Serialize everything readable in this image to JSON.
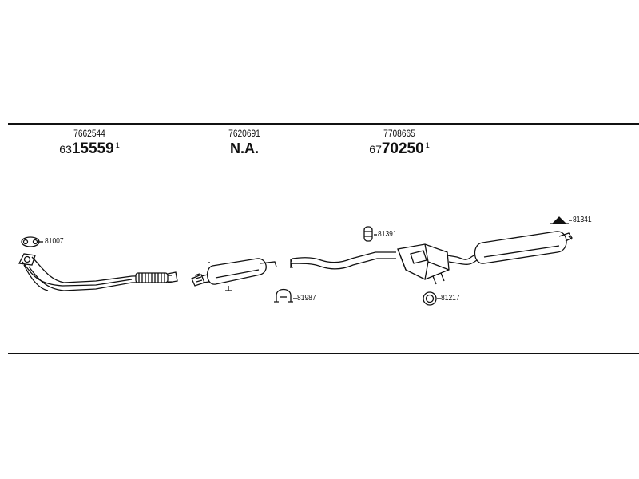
{
  "header_groups": [
    {
      "oe_number": "7662544",
      "part_prefix": "63",
      "part_main": "15559",
      "part_sup": "1"
    },
    {
      "oe_number": "7620691",
      "part_na": "N.A."
    },
    {
      "oe_number": "7708665",
      "part_prefix": "67",
      "part_main": "70250",
      "part_sup": "1"
    }
  ],
  "callouts": {
    "gasket": "81007",
    "clamp": "81987",
    "hanger_top": "81391",
    "ring": "81217",
    "rubber_mount": "81341"
  }
}
